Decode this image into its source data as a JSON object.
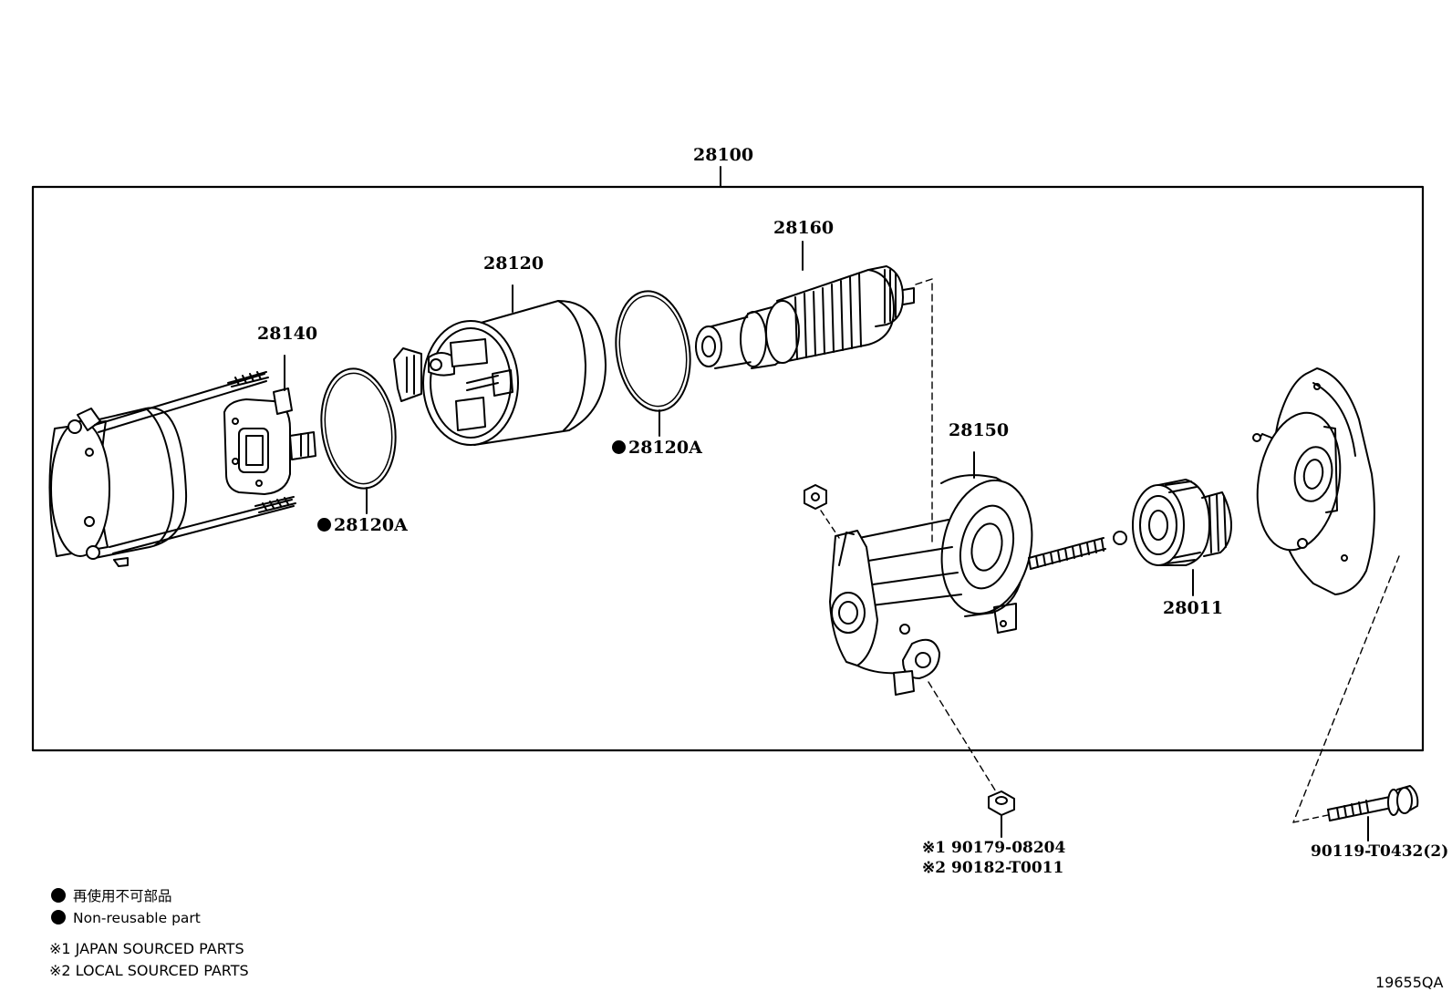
{
  "assembly": {
    "label": "28100"
  },
  "parts": {
    "p28140": "28140",
    "p28120": "28120",
    "p28160": "28160",
    "p28150": "28150",
    "p28011": "28011",
    "p28120A_left": "28120A",
    "p28120A_right": "28120A",
    "nut": {
      "line1": "※1 90179-08204",
      "line2": "※2 90182-T0011"
    },
    "bolt": "90119-T0432(2)"
  },
  "legend": {
    "jp": "再使用不可部品",
    "en": "Non-reusable part",
    "note1": "※1 JAPAN SOURCED PARTS",
    "note2": "※2 LOCAL SOURCED PARTS"
  },
  "figure_code": "19655QA",
  "colors": {
    "ink": "#000000",
    "paper": "#ffffff"
  }
}
